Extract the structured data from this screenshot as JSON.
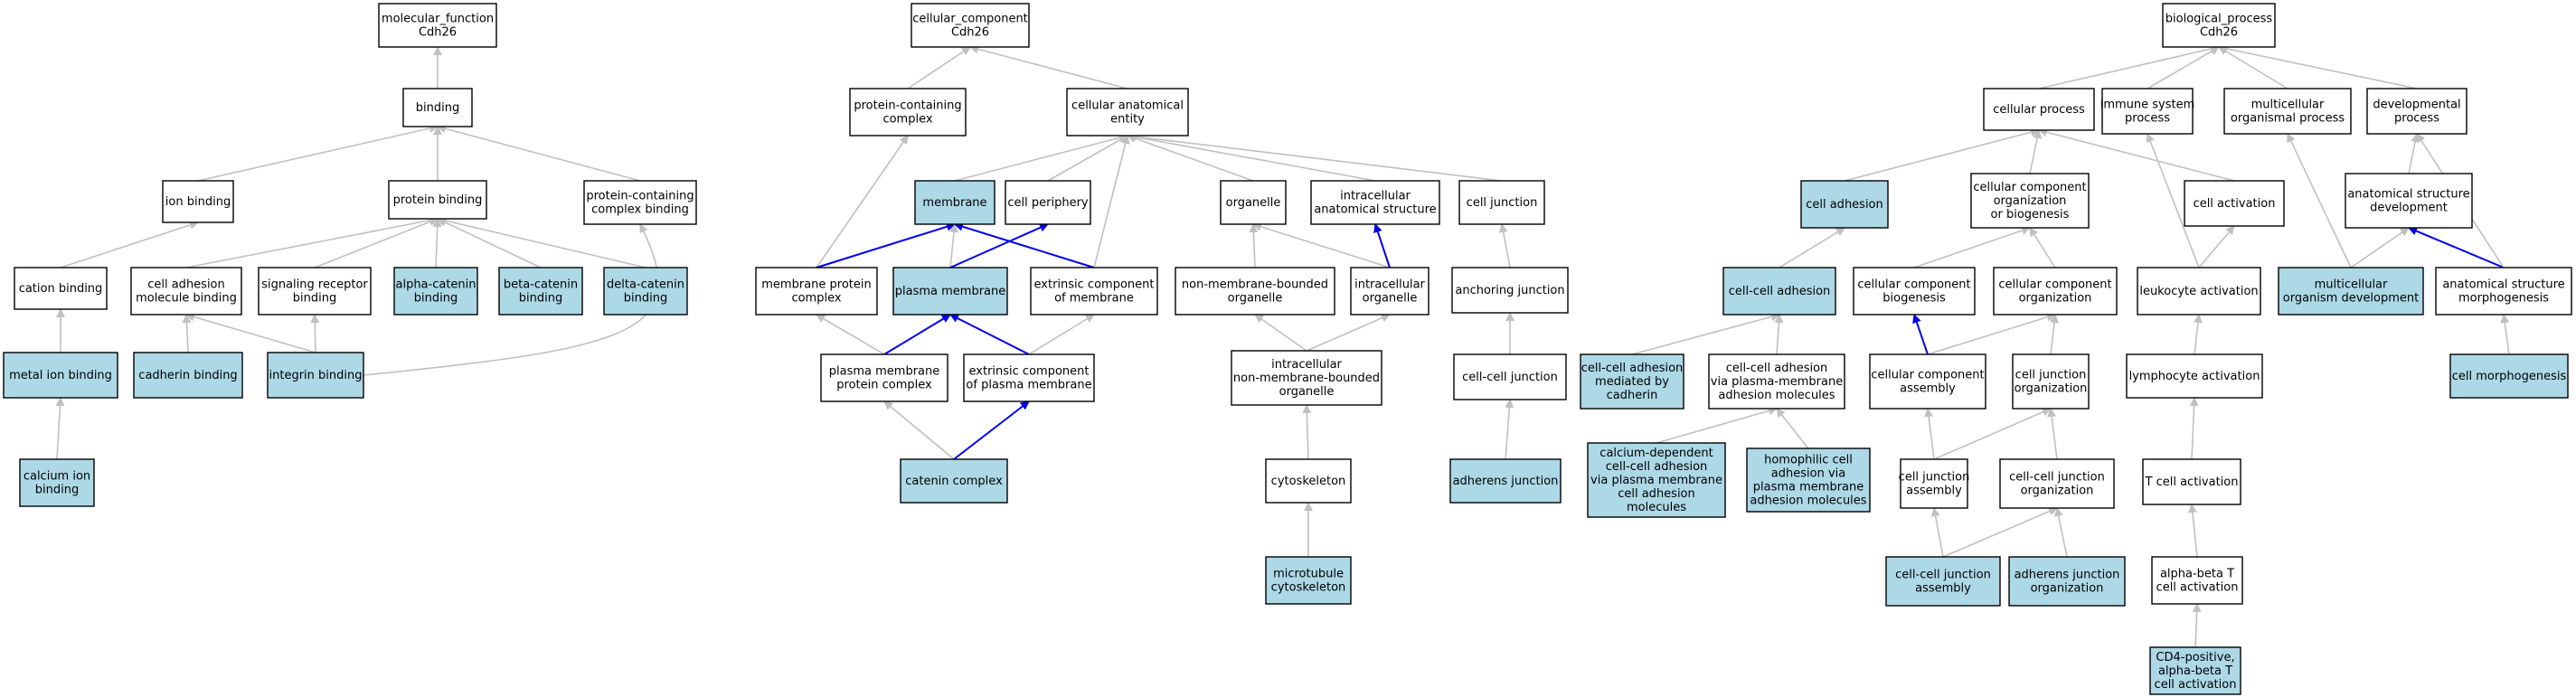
{
  "colors": {
    "plain_fill": "#ffffff",
    "highlight_fill": "#add8e6",
    "gray_edge": "#c0c0c0",
    "blue_edge": "#0000ee"
  },
  "nodes": {
    "mf_root": {
      "lines": [
        "molecular_function",
        "Cdh26"
      ],
      "hl": false
    },
    "binding": {
      "lines": [
        "binding"
      ],
      "hl": false
    },
    "ion_binding": {
      "lines": [
        "ion binding"
      ],
      "hl": false
    },
    "protein_binding": {
      "lines": [
        "protein binding"
      ],
      "hl": false
    },
    "pcc_binding": {
      "lines": [
        "protein-containing",
        "complex binding"
      ],
      "hl": false
    },
    "cation_binding": {
      "lines": [
        "cation binding"
      ],
      "hl": false
    },
    "cam_binding": {
      "lines": [
        "cell adhesion",
        "molecule binding"
      ],
      "hl": false
    },
    "srec_binding": {
      "lines": [
        "signaling receptor",
        "binding"
      ],
      "hl": false
    },
    "alpha_catenin": {
      "lines": [
        "alpha-catenin",
        "binding"
      ],
      "hl": true
    },
    "beta_catenin": {
      "lines": [
        "beta-catenin",
        "binding"
      ],
      "hl": true
    },
    "delta_catenin": {
      "lines": [
        "delta-catenin",
        "binding"
      ],
      "hl": true
    },
    "metal_ion": {
      "lines": [
        "metal ion binding"
      ],
      "hl": true
    },
    "cadherin_binding": {
      "lines": [
        "cadherin binding"
      ],
      "hl": true
    },
    "integrin_binding": {
      "lines": [
        "integrin binding"
      ],
      "hl": true
    },
    "calcium_ion": {
      "lines": [
        "calcium ion",
        "binding"
      ],
      "hl": true
    },
    "cc_root": {
      "lines": [
        "cellular_component",
        "Cdh26"
      ],
      "hl": false
    },
    "pcc": {
      "lines": [
        "protein-containing",
        "complex"
      ],
      "hl": false
    },
    "cae": {
      "lines": [
        "cellular anatomical",
        "entity"
      ],
      "hl": false
    },
    "membrane": {
      "lines": [
        "membrane"
      ],
      "hl": true
    },
    "cell_periphery": {
      "lines": [
        "cell periphery"
      ],
      "hl": false
    },
    "organelle": {
      "lines": [
        "organelle"
      ],
      "hl": false
    },
    "ias": {
      "lines": [
        "intracellular",
        "anatomical structure"
      ],
      "hl": false
    },
    "cell_junction": {
      "lines": [
        "cell junction"
      ],
      "hl": false
    },
    "mpc": {
      "lines": [
        "membrane protein",
        "complex"
      ],
      "hl": false
    },
    "plasma_membrane": {
      "lines": [
        "plasma membrane"
      ],
      "hl": true
    },
    "ext_comp_membrane": {
      "lines": [
        "extrinsic component",
        "of membrane"
      ],
      "hl": false
    },
    "nmbo": {
      "lines": [
        "non-membrane-bounded",
        "organelle"
      ],
      "hl": false
    },
    "intra_organelle": {
      "lines": [
        "intracellular",
        "organelle"
      ],
      "hl": false
    },
    "anchoring_junction": {
      "lines": [
        "anchoring junction"
      ],
      "hl": false
    },
    "pmpc": {
      "lines": [
        "plasma membrane",
        "protein complex"
      ],
      "hl": false
    },
    "ext_comp_pm": {
      "lines": [
        "extrinsic component",
        "of plasma membrane"
      ],
      "hl": false
    },
    "inmbo": {
      "lines": [
        "intracellular",
        "non-membrane-bounded",
        "organelle"
      ],
      "hl": false
    },
    "ccj": {
      "lines": [
        "cell-cell junction"
      ],
      "hl": false
    },
    "catenin_complex": {
      "lines": [
        "catenin complex"
      ],
      "hl": true
    },
    "cytoskeleton": {
      "lines": [
        "cytoskeleton"
      ],
      "hl": false
    },
    "adherens_junction": {
      "lines": [
        "adherens junction"
      ],
      "hl": true
    },
    "mt_cytoskeleton": {
      "lines": [
        "microtubule",
        "cytoskeleton"
      ],
      "hl": true
    },
    "bp_root": {
      "lines": [
        "biological_process",
        "Cdh26"
      ],
      "hl": false
    },
    "cellular_process": {
      "lines": [
        "cellular process"
      ],
      "hl": false
    },
    "immune_proc": {
      "lines": [
        "immune system",
        "process"
      ],
      "hl": false
    },
    "multi_proc": {
      "lines": [
        "multicellular",
        "organismal process"
      ],
      "hl": false
    },
    "dev_proc": {
      "lines": [
        "developmental",
        "process"
      ],
      "hl": false
    },
    "cell_adhesion": {
      "lines": [
        "cell adhesion"
      ],
      "hl": true
    },
    "ccob": {
      "lines": [
        "cellular component",
        "organization",
        "or biogenesis"
      ],
      "hl": false
    },
    "cell_activation": {
      "lines": [
        "cell activation"
      ],
      "hl": false
    },
    "asd": {
      "lines": [
        "anatomical structure",
        "development"
      ],
      "hl": false
    },
    "cc_adhesion": {
      "lines": [
        "cell-cell adhesion"
      ],
      "hl": true
    },
    "cc_biogenesis": {
      "lines": [
        "cellular component",
        "biogenesis"
      ],
      "hl": false
    },
    "cc_org": {
      "lines": [
        "cellular component",
        "organization"
      ],
      "hl": false
    },
    "leuk_act": {
      "lines": [
        "leukocyte activation"
      ],
      "hl": false
    },
    "mod": {
      "lines": [
        "multicellular",
        "organism development"
      ],
      "hl": true
    },
    "asm": {
      "lines": [
        "anatomical structure",
        "morphogenesis"
      ],
      "hl": false
    },
    "cca_cadherin": {
      "lines": [
        "cell-cell adhesion",
        "mediated by",
        "cadherin"
      ],
      "hl": true
    },
    "cca_pmam": {
      "lines": [
        "cell-cell adhesion",
        "via plasma-membrane",
        "adhesion molecules"
      ],
      "hl": false
    },
    "cc_assembly": {
      "lines": [
        "cellular component",
        "assembly"
      ],
      "hl": false
    },
    "cj_org": {
      "lines": [
        "cell junction",
        "organization"
      ],
      "hl": false
    },
    "lymph_act": {
      "lines": [
        "lymphocyte activation"
      ],
      "hl": false
    },
    "cell_morph": {
      "lines": [
        "cell morphogenesis"
      ],
      "hl": true
    },
    "ca_dep": {
      "lines": [
        "calcium-dependent",
        "cell-cell adhesion",
        "via plasma membrane",
        "cell adhesion",
        "molecules"
      ],
      "hl": true
    },
    "homophilic": {
      "lines": [
        "homophilic cell",
        "adhesion via",
        "plasma membrane",
        "adhesion molecules"
      ],
      "hl": true
    },
    "cj_assembly": {
      "lines": [
        "cell junction",
        "assembly"
      ],
      "hl": false
    },
    "ccj_org": {
      "lines": [
        "cell-cell junction",
        "organization"
      ],
      "hl": false
    },
    "tcell_act": {
      "lines": [
        "T cell activation"
      ],
      "hl": false
    },
    "ccj_assembly": {
      "lines": [
        "cell-cell junction",
        "assembly"
      ],
      "hl": true
    },
    "aj_org": {
      "lines": [
        "adherens junction",
        "organization"
      ],
      "hl": true
    },
    "abt_act": {
      "lines": [
        "alpha-beta T",
        "cell activation"
      ],
      "hl": false
    },
    "cd4_act": {
      "lines": [
        "CD4-positive,",
        "alpha-beta T",
        "cell activation"
      ],
      "hl": true
    }
  },
  "edges": [
    {
      "from": "binding",
      "to": "mf_root",
      "color": "gray"
    },
    {
      "from": "ion_binding",
      "to": "binding",
      "color": "gray"
    },
    {
      "from": "protein_binding",
      "to": "binding",
      "color": "gray"
    },
    {
      "from": "pcc_binding",
      "to": "binding",
      "color": "gray"
    },
    {
      "from": "cation_binding",
      "to": "ion_binding",
      "color": "gray"
    },
    {
      "from": "cam_binding",
      "to": "protein_binding",
      "color": "gray"
    },
    {
      "from": "srec_binding",
      "to": "protein_binding",
      "color": "gray"
    },
    {
      "from": "alpha_catenin",
      "to": "protein_binding",
      "color": "gray"
    },
    {
      "from": "beta_catenin",
      "to": "protein_binding",
      "color": "gray"
    },
    {
      "from": "delta_catenin",
      "to": "protein_binding",
      "color": "gray"
    },
    {
      "from": "metal_ion",
      "to": "cation_binding",
      "color": "gray"
    },
    {
      "from": "cadherin_binding",
      "to": "cam_binding",
      "color": "gray"
    },
    {
      "from": "integrin_binding",
      "to": "cam_binding",
      "color": "gray"
    },
    {
      "from": "integrin_binding",
      "to": "srec_binding",
      "color": "gray"
    },
    {
      "from": "integrin_binding",
      "to": "pcc_binding",
      "color": "gray",
      "curve": "right"
    },
    {
      "from": "calcium_ion",
      "to": "metal_ion",
      "color": "gray"
    },
    {
      "from": "pcc",
      "to": "cc_root",
      "color": "gray"
    },
    {
      "from": "cae",
      "to": "cc_root",
      "color": "gray"
    },
    {
      "from": "membrane",
      "to": "cae",
      "color": "gray"
    },
    {
      "from": "cell_periphery",
      "to": "cae",
      "color": "gray"
    },
    {
      "from": "organelle",
      "to": "cae",
      "color": "gray"
    },
    {
      "from": "ias",
      "to": "cae",
      "color": "gray"
    },
    {
      "from": "cell_junction",
      "to": "cae",
      "color": "gray"
    },
    {
      "from": "mpc",
      "to": "pcc",
      "color": "gray"
    },
    {
      "from": "mpc",
      "to": "membrane",
      "color": "blue"
    },
    {
      "from": "plasma_membrane",
      "to": "membrane",
      "color": "gray"
    },
    {
      "from": "plasma_membrane",
      "to": "cell_periphery",
      "color": "blue"
    },
    {
      "from": "ext_comp_membrane",
      "to": "membrane",
      "color": "blue"
    },
    {
      "from": "ext_comp_membrane",
      "to": "cae",
      "color": "gray"
    },
    {
      "from": "nmbo",
      "to": "organelle",
      "color": "gray"
    },
    {
      "from": "intra_organelle",
      "to": "organelle",
      "color": "gray"
    },
    {
      "from": "intra_organelle",
      "to": "ias",
      "color": "blue"
    },
    {
      "from": "anchoring_junction",
      "to": "cell_junction",
      "color": "gray"
    },
    {
      "from": "pmpc",
      "to": "mpc",
      "color": "gray"
    },
    {
      "from": "pmpc",
      "to": "plasma_membrane",
      "color": "blue"
    },
    {
      "from": "ext_comp_pm",
      "to": "plasma_membrane",
      "color": "blue"
    },
    {
      "from": "ext_comp_pm",
      "to": "ext_comp_membrane",
      "color": "gray"
    },
    {
      "from": "inmbo",
      "to": "nmbo",
      "color": "gray"
    },
    {
      "from": "inmbo",
      "to": "intra_organelle",
      "color": "gray"
    },
    {
      "from": "ccj",
      "to": "anchoring_junction",
      "color": "gray"
    },
    {
      "from": "catenin_complex",
      "to": "pmpc",
      "color": "gray"
    },
    {
      "from": "catenin_complex",
      "to": "ext_comp_pm",
      "color": "blue"
    },
    {
      "from": "cytoskeleton",
      "to": "inmbo",
      "color": "gray"
    },
    {
      "from": "adherens_junction",
      "to": "ccj",
      "color": "gray"
    },
    {
      "from": "mt_cytoskeleton",
      "to": "cytoskeleton",
      "color": "gray"
    },
    {
      "from": "cellular_process",
      "to": "bp_root",
      "color": "gray"
    },
    {
      "from": "immune_proc",
      "to": "bp_root",
      "color": "gray"
    },
    {
      "from": "multi_proc",
      "to": "bp_root",
      "color": "gray"
    },
    {
      "from": "dev_proc",
      "to": "bp_root",
      "color": "gray"
    },
    {
      "from": "cell_adhesion",
      "to": "cellular_process",
      "color": "gray"
    },
    {
      "from": "ccob",
      "to": "cellular_process",
      "color": "gray"
    },
    {
      "from": "cell_activation",
      "to": "cellular_process",
      "color": "gray"
    },
    {
      "from": "asd",
      "to": "dev_proc",
      "color": "gray"
    },
    {
      "from": "cc_adhesion",
      "to": "cell_adhesion",
      "color": "gray"
    },
    {
      "from": "cc_biogenesis",
      "to": "ccob",
      "color": "gray"
    },
    {
      "from": "cc_org",
      "to": "ccob",
      "color": "gray"
    },
    {
      "from": "leuk_act",
      "to": "cell_activation",
      "color": "gray"
    },
    {
      "from": "leuk_act",
      "to": "immune_proc",
      "color": "gray"
    },
    {
      "from": "mod",
      "to": "asd",
      "color": "gray"
    },
    {
      "from": "mod",
      "to": "multi_proc",
      "color": "gray"
    },
    {
      "from": "asm",
      "to": "asd",
      "color": "blue"
    },
    {
      "from": "asm",
      "to": "dev_proc",
      "color": "gray"
    },
    {
      "from": "cca_cadherin",
      "to": "cc_adhesion",
      "color": "gray"
    },
    {
      "from": "cca_pmam",
      "to": "cc_adhesion",
      "color": "gray"
    },
    {
      "from": "cc_assembly",
      "to": "cc_biogenesis",
      "color": "blue"
    },
    {
      "from": "cc_assembly",
      "to": "cc_org",
      "color": "gray"
    },
    {
      "from": "cj_org",
      "to": "cc_org",
      "color": "gray"
    },
    {
      "from": "lymph_act",
      "to": "leuk_act",
      "color": "gray"
    },
    {
      "from": "cell_morph",
      "to": "asm",
      "color": "gray"
    },
    {
      "from": "ca_dep",
      "to": "cca_pmam",
      "color": "gray"
    },
    {
      "from": "homophilic",
      "to": "cca_pmam",
      "color": "gray"
    },
    {
      "from": "cj_assembly",
      "to": "cc_assembly",
      "color": "gray"
    },
    {
      "from": "cj_assembly",
      "to": "cj_org",
      "color": "gray"
    },
    {
      "from": "ccj_org",
      "to": "cj_org",
      "color": "gray"
    },
    {
      "from": "tcell_act",
      "to": "lymph_act",
      "color": "gray"
    },
    {
      "from": "ccj_assembly",
      "to": "cj_assembly",
      "color": "gray"
    },
    {
      "from": "ccj_assembly",
      "to": "ccj_org",
      "color": "gray"
    },
    {
      "from": "aj_org",
      "to": "ccj_org",
      "color": "gray"
    },
    {
      "from": "abt_act",
      "to": "tcell_act",
      "color": "gray"
    },
    {
      "from": "cd4_act",
      "to": "abt_act",
      "color": "gray"
    }
  ]
}
